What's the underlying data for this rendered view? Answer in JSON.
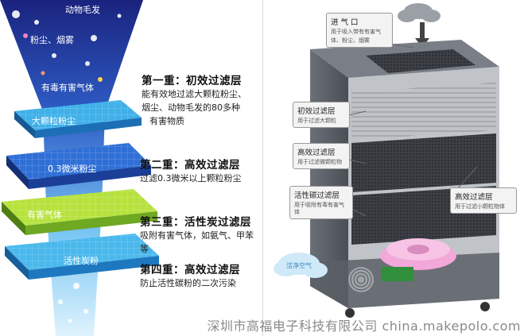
{
  "funnel": {
    "labels": [
      "动物毛发",
      "粉尘、烟雾",
      "有毒有害气体"
    ]
  },
  "layers": [
    {
      "label": "大颗粒粉尘",
      "color_top": "#3fb0e8",
      "color_side": "#1c6fb4"
    },
    {
      "label": "0.3微米粉尘",
      "color_top": "#2f6fd6",
      "color_side": "#1b3f99"
    },
    {
      "label": "有害气体",
      "color_top": "#b7e23e",
      "color_side": "#6fa822"
    },
    {
      "label": "活性炭粉",
      "color_top": "#4ab8ec",
      "color_side": "#1e78c0"
    }
  ],
  "stages": [
    {
      "title": "第一重：初效过滤层",
      "desc": [
        "能有效地过滤大颗粒粉尘、",
        "烟尘、动物毛发的80多种",
        "有害物质"
      ]
    },
    {
      "title": "第二重：高效过滤层",
      "desc": [
        "过滤0.3微米以上颗粒粉尘"
      ]
    },
    {
      "title": "第三重：活性炭过滤层",
      "desc": [
        "吸附有害气体，如氨气、甲苯等"
      ]
    },
    {
      "title": "第四重：高效过滤层",
      "desc": [
        "防止活性碳粉的二次污染"
      ]
    }
  ],
  "callouts": [
    {
      "title": "进 气 口",
      "sub": [
        "用于吸入带有有害气",
        "体、粉尘、烟雾"
      ]
    },
    {
      "title": "初效过滤层",
      "sub": [
        "用于过滤大颗粒"
      ]
    },
    {
      "title": "高效过滤层",
      "sub": [
        "用于过滤微颗粒物"
      ]
    },
    {
      "title": "活性碳过滤层",
      "sub": [
        "用于吸附有毒有害气体"
      ]
    },
    {
      "title": "高效过滤层",
      "sub": [
        "用于过滤小颗粒物体"
      ]
    }
  ],
  "cloud_label": "洁净空气",
  "watermark": "深圳市高福电子科技有限公司  china.makepolo.com",
  "colors": {
    "funnel_top": "#1a237e",
    "funnel_bottom": "#bfe7fb",
    "cabinet": "#5a5f66",
    "fan": "#f2a8d8"
  }
}
